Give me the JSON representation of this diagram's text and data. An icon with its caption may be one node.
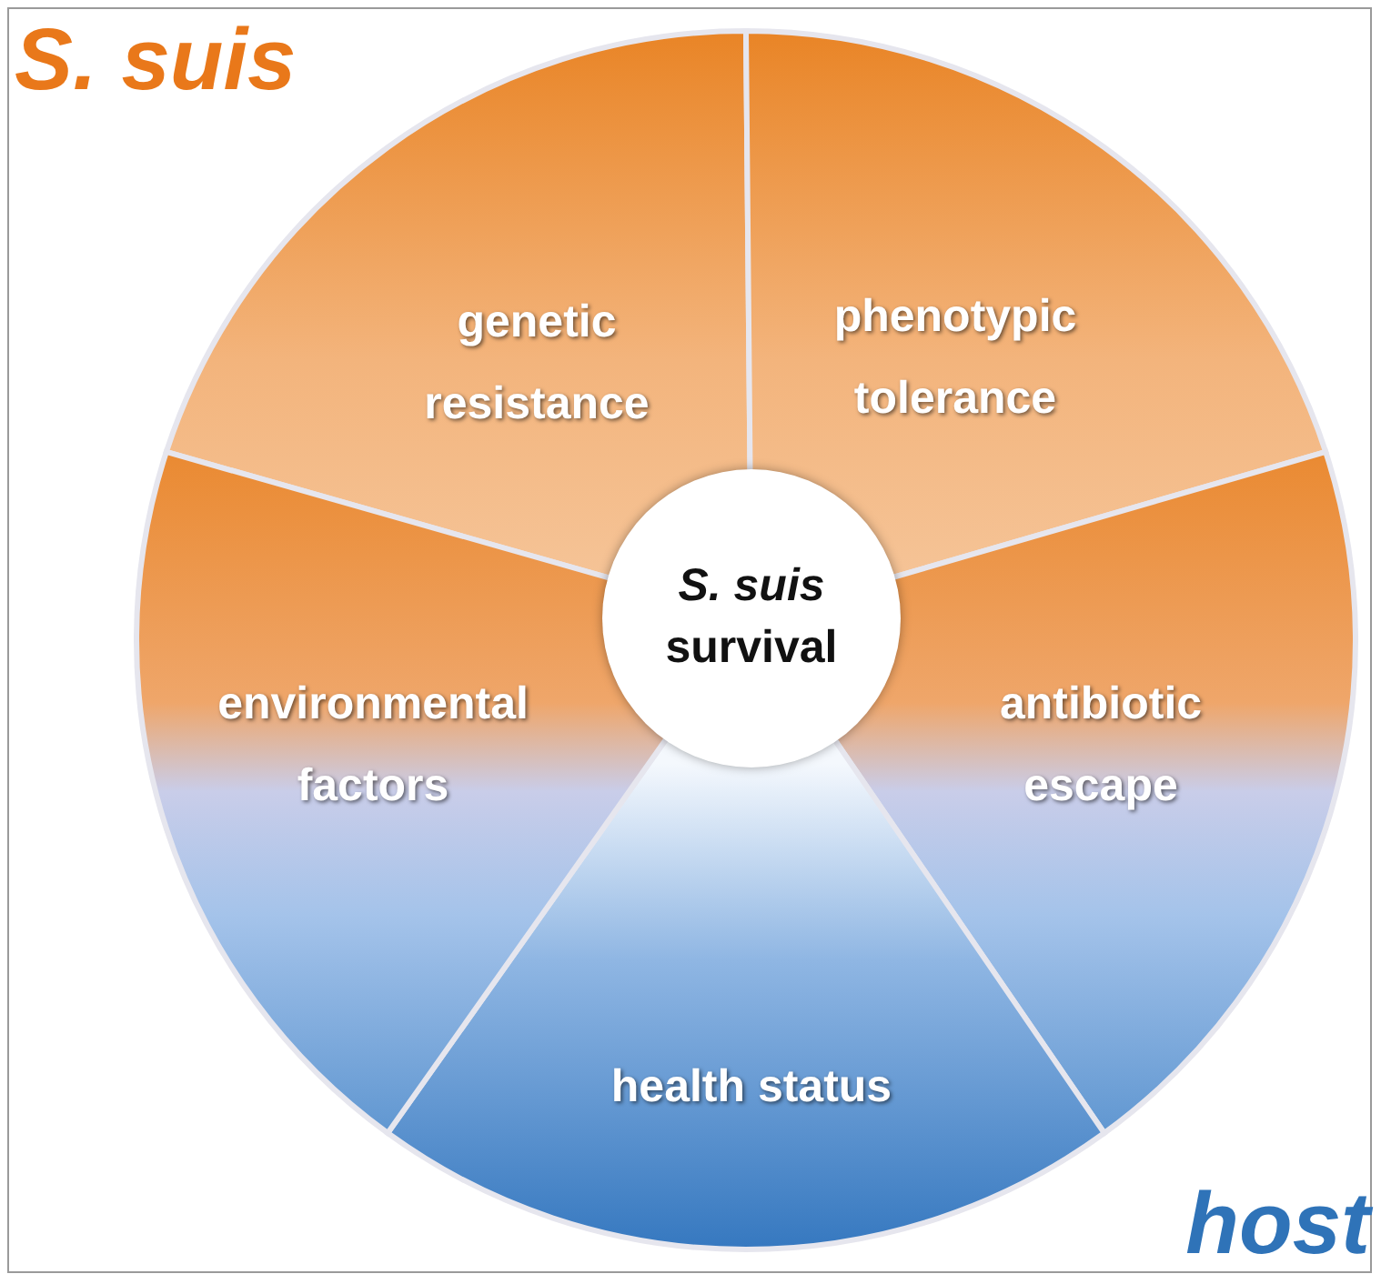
{
  "diagram": {
    "nodes": [
      {
        "text": [
          "*S. suis* survival"
        ]
      },
      {
        "text": [
          "genetic resistance"
        ]
      },
      {
        "text": [
          "phenotypic tolerance"
        ]
      },
      {
        "text": [
          "antibiotic escape"
        ]
      },
      {
        "text": [
          "health status"
        ]
      },
      {
        "text": [
          "environmental factors"
        ]
      }
    ],
    "labels": [
      "S. suis",
      "host"
    ]
  }
}
